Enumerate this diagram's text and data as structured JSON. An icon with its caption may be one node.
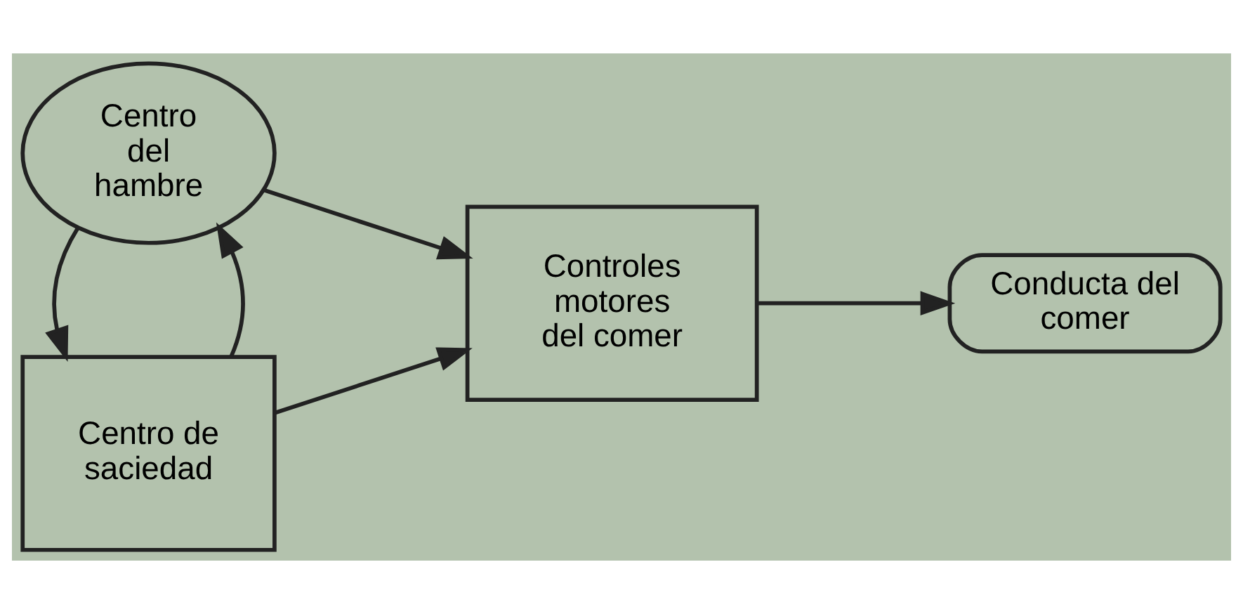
{
  "diagram": {
    "nodes": [
      {
        "text": [
          "Centro de saciedad"
        ]
      },
      {
        "text": [
          "Centro del hambre"
        ]
      },
      {
        "text": [
          "Controles motores del comer"
        ]
      },
      {
        "text": [
          "Conducta del comer"
        ]
      }
    ],
    "edges": [
      {
        "from": 0,
        "to": 2,
        "arrow": "to"
      },
      {
        "from": 1,
        "to": 2,
        "arrow": "to"
      },
      {
        "from": 0,
        "to": 1,
        "arrow": "to"
      },
      {
        "from": 1,
        "to": 0,
        "arrow": "to"
      },
      {
        "from": 2,
        "to": 3,
        "arrow": "to"
      }
    ]
  }
}
